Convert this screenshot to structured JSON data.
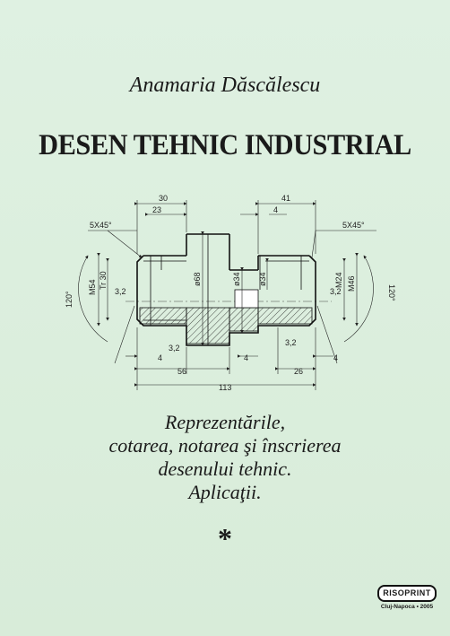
{
  "cover": {
    "author": "Anamaria Dăscălescu",
    "title": "DESEN TEHNIC INDUSTRIAL",
    "subtitle_lines": [
      "Reprezentările,",
      "cotarea, notarea şi înscrierea",
      "desenului tehnic.",
      "Aplicaţii."
    ],
    "volume_mark": "*",
    "publisher_logo": "RISOPRINT",
    "publisher_caption": "Cluj-Napoca • 2005"
  },
  "drawing": {
    "dims": {
      "d30": "30",
      "d23": "23",
      "d41": "41",
      "d4_top": "4",
      "chamfer_left": "5X45°",
      "chamfer_right": "5X45°",
      "m54": "M54",
      "tr30": "Tr 30",
      "d68": "ø68",
      "d34a": "ø34",
      "d34b": "ø34",
      "m24": "M24",
      "m46": "M46",
      "angle_left": "120°",
      "angle_right": "120°",
      "r32_left": "3,2",
      "r32_right": "3,2",
      "r32_bottom_left": "3,2",
      "r32_bottom_right": "3,2",
      "d4_bl": "4",
      "d4_bm": "4",
      "d4_br": "4",
      "d56": "56",
      "d26": "26",
      "d113": "113"
    }
  },
  "colors": {
    "background": "#dcefe0",
    "ink": "#1a1a1a"
  }
}
